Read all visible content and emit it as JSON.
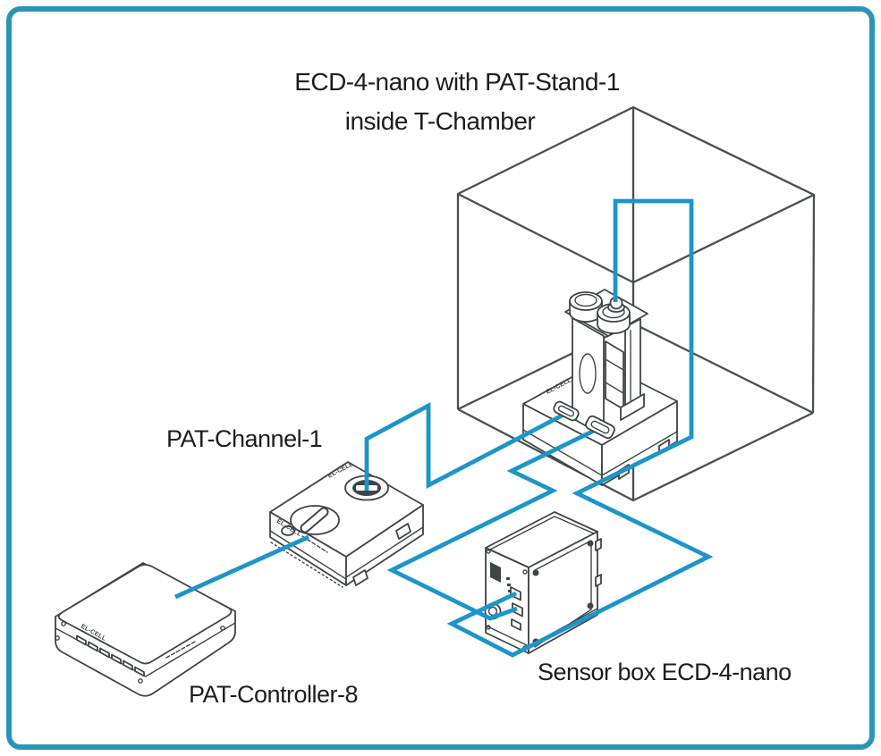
{
  "colors": {
    "frame": "#2a95b5",
    "cable": "#1c95c9",
    "outline": "#3f4447",
    "ink": "#1d1d1b"
  },
  "title": {
    "line1": "ECD-4-nano with PAT-Stand-1",
    "line2": "inside T-Chamber"
  },
  "labels": {
    "pat_channel": "PAT-Channel-1",
    "pat_controller": "PAT-Controller-8",
    "sensor_box": "Sensor box ECD-4-nano"
  },
  "brand": "EL-CELL"
}
